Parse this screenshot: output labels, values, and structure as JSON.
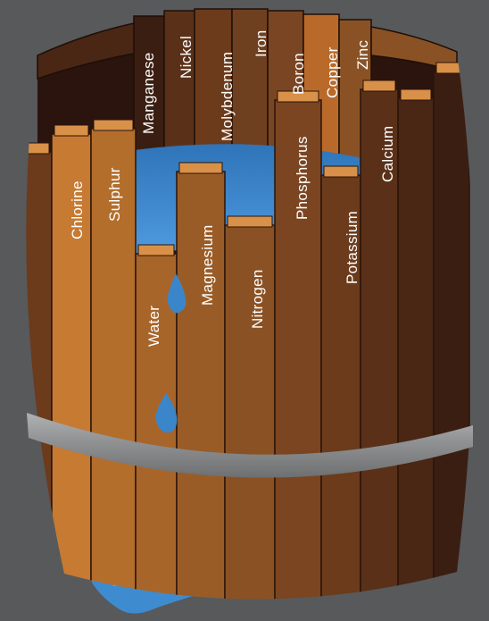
{
  "colors": {
    "background": "#58595b",
    "water": "#3b86c9",
    "hoop": "#8f9193"
  },
  "staves": {
    "back": [
      {
        "label": "Manganese"
      },
      {
        "label": "Nickel"
      },
      {
        "label": "Molybdenum"
      },
      {
        "label": "Iron"
      },
      {
        "label": "Boron"
      },
      {
        "label": "Copper"
      },
      {
        "label": "Zinc"
      }
    ],
    "front": [
      {
        "label": "Chlorine"
      },
      {
        "label": "Sulphur"
      },
      {
        "label": "Water"
      },
      {
        "label": "Magnesium"
      },
      {
        "label": "Nitrogen"
      },
      {
        "label": "Phosphorus"
      },
      {
        "label": "Potassium"
      },
      {
        "label": "Calcium"
      }
    ]
  }
}
